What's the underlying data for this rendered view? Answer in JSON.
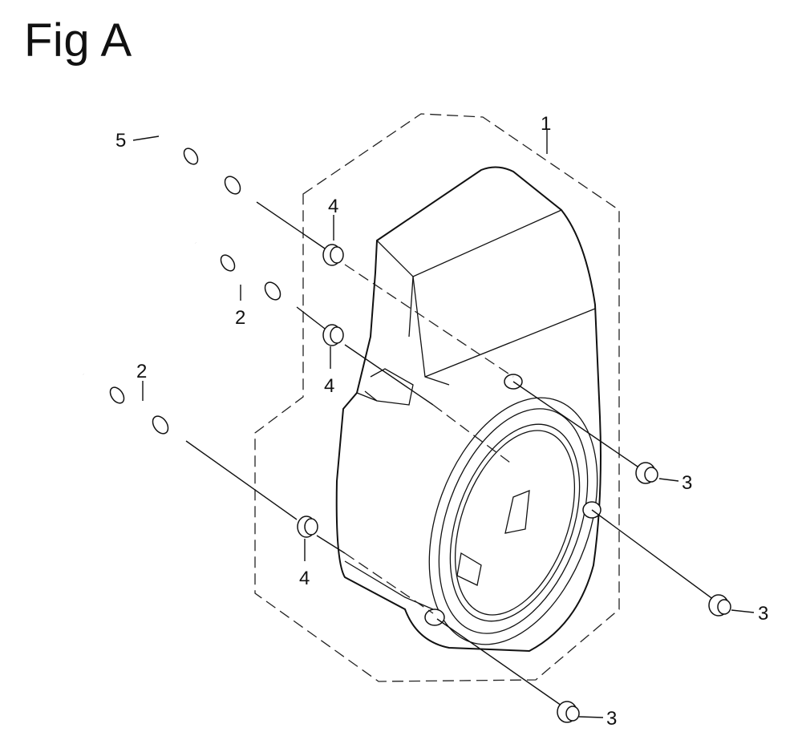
{
  "figure": {
    "title": "Fig A"
  },
  "callouts": {
    "shroud": "1",
    "bolt_middle": "2",
    "bolt_lower": "2",
    "nut_right_upper": "3",
    "nut_right_lower": "3",
    "nut_bottom": "3",
    "collar_top": "4",
    "collar_middle": "4",
    "collar_lower": "4",
    "bolt_top": "5"
  }
}
